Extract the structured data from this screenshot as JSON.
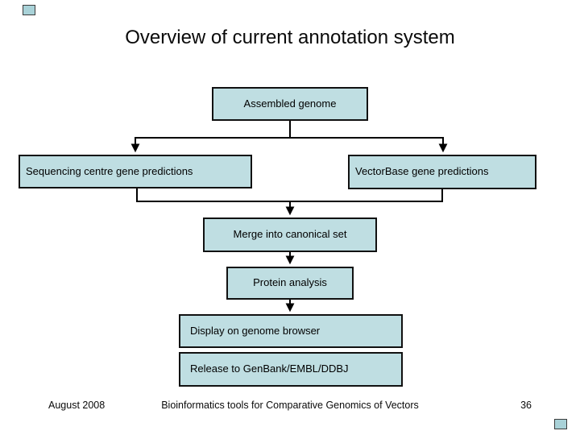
{
  "slide": {
    "title": "Overview of current annotation system",
    "footer": {
      "date": "August 2008",
      "course": "Bioinformatics tools for Comparative Genomics of Vectors",
      "page_number": "36"
    }
  },
  "flowchart": {
    "nodes": {
      "assembled": {
        "label": "Assembled genome"
      },
      "sequencing": {
        "label": "Sequencing centre gene predictions"
      },
      "vectorbase": {
        "label": "VectorBase gene predictions"
      },
      "merge": {
        "label": "Merge into canonical set"
      },
      "protein": {
        "label": "Protein analysis"
      },
      "display": {
        "label": "Display on genome browser"
      },
      "release": {
        "label": "Release to GenBank/EMBL/DDBJ"
      }
    },
    "edges": [
      {
        "from": "Assembled genome",
        "to": "Sequencing centre gene predictions"
      },
      {
        "from": "Assembled genome",
        "to": "VectorBase gene predictions"
      },
      {
        "from": "Sequencing centre gene predictions",
        "to": "Merge into canonical set"
      },
      {
        "from": "VectorBase gene predictions",
        "to": "Merge into canonical set"
      },
      {
        "from": "Merge into canonical set",
        "to": "Protein analysis"
      },
      {
        "from": "Protein analysis",
        "to": "Display on genome browser"
      },
      {
        "from": "Display on genome browser",
        "to": "Release to GenBank/EMBL/DDBJ"
      }
    ]
  },
  "colors": {
    "background": "#ffffff",
    "node_fill": "#bfdee2",
    "node_border": "#111111",
    "connector": "#000000",
    "accent_square": "#a9d2d8",
    "text": "#000000"
  }
}
